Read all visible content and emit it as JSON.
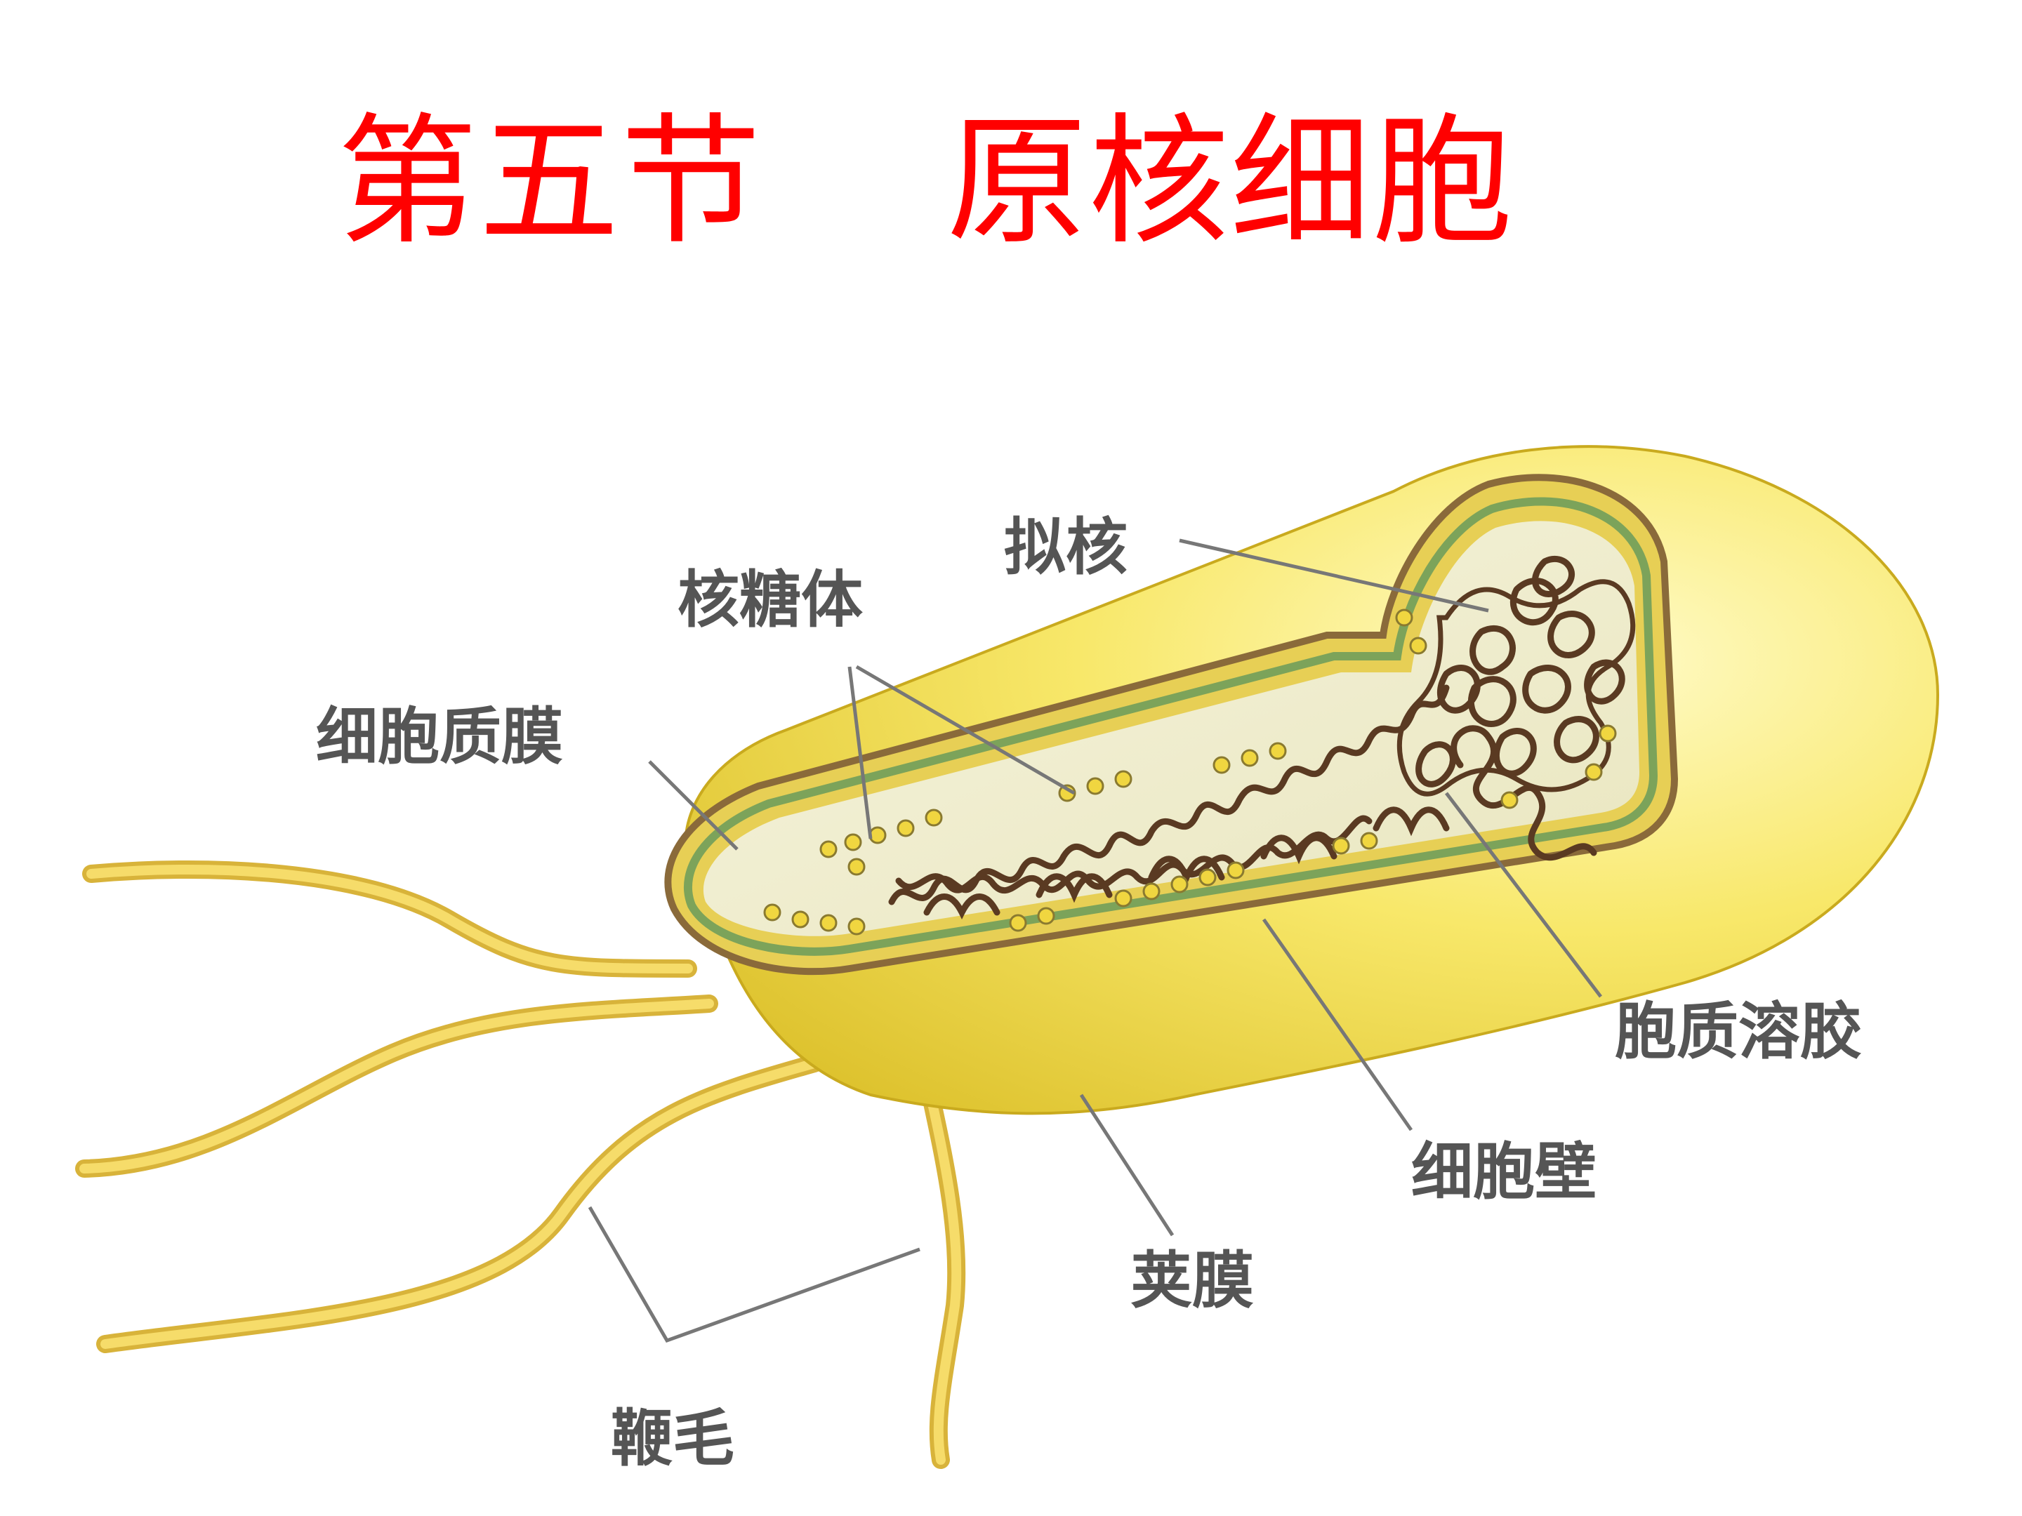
{
  "title": "第五节    原核细胞",
  "colors": {
    "title": "#ff0000",
    "capsule": "#f4e04a",
    "capsule_light": "#fdf6a6",
    "capsule_shadow": "#d8bb20",
    "wall": "#8a6a3a",
    "membrane": "#7ca35a",
    "cytoplasm": "#f2f0d2",
    "dna": "#5a3a22",
    "ribosome": "#f0d640",
    "flagellum": "#e9c845",
    "leader": "#777777",
    "label": "#555555"
  },
  "labels": {
    "nucleoid": "拟核",
    "ribosome": "核糖体",
    "cell_membrane": "细胞质膜",
    "cytosol": "胞质溶胶",
    "cell_wall": "细胞壁",
    "capsule": "荚膜",
    "flagella": "鞭毛"
  }
}
